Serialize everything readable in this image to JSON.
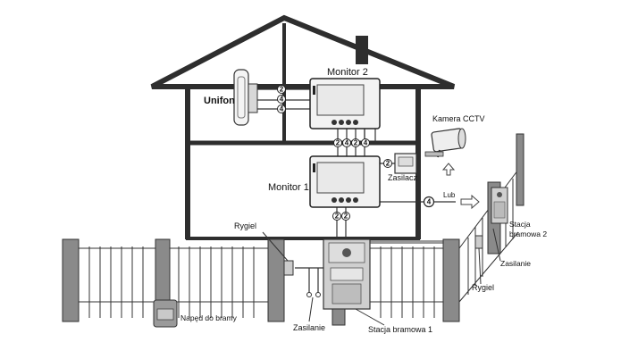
{
  "labels": {
    "monitor2": "Monitor 2",
    "monitor1": "Monitor 1",
    "unifon": "Unifon",
    "camera": "Kamera CCTV",
    "power_supply": "Zasilacz",
    "or": "Lub",
    "bolt_left": "Rygiel",
    "bolt_right": "Rygiel",
    "station2": [
      "Stacja",
      "bramowa 2"
    ],
    "power_right": "Zasilanie",
    "power_bottom": "Zasilanie",
    "gate_drive": "Napęd do bramy",
    "station1": "Stacja bramowa 1"
  },
  "wire_counts": {
    "unifon_top": "2",
    "unifon_mid": "4",
    "unifon_bot": "4",
    "bus_a": "2",
    "bus_b": "4",
    "bus_c": "2",
    "bus_d": "4",
    "psu": "2",
    "station2_link": "4",
    "gate_a": "2",
    "gate_b": "2"
  },
  "colors": {
    "outline": "#2a2a2a",
    "wall": "#3a3a3a",
    "device_body": "#d8d8d8",
    "screen": "#e9e9e9",
    "brick": "#7a7a7a",
    "station_metal": "#c9c9c9"
  }
}
